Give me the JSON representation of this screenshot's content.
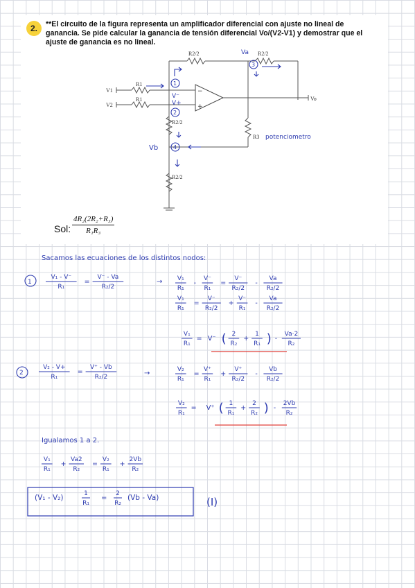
{
  "problem": {
    "number": "2.",
    "statement": "**El circuito de la figura representa un amplificador diferencial con ajuste no lineal de ganancia. Se pide calcular la ganancia de tensión diferencial Vo/(V2-V1) y demostrar que el ajuste de ganancia es no lineal.",
    "solution_label": "Sol:",
    "solution_numerator": "4R₂(2R₂+R₃)",
    "solution_denominator": "R₁R₃"
  },
  "circuit": {
    "v1": "V1",
    "v2": "V2",
    "r1_top": "R1",
    "r1_bottom": "R1",
    "r2half_top_left": "R2/2",
    "va": "Va",
    "r2half_top_right": "R2/2",
    "vminus": "V⁻",
    "vplus": "V+",
    "vo": "Vo",
    "r2half_mid": "R2/2",
    "r3": "R3",
    "potentiometer": "potenciometro",
    "vb": "Vb",
    "r2half_bottom": "R2/2",
    "node1": "1",
    "node2": "2",
    "node3": "3",
    "node4": "4"
  },
  "notes": {
    "intro": "Sacamos las ecuaciones de los distintos nodos:",
    "node1_label": "1",
    "node1_eq": [
      {
        "n": "V₁ - V⁻",
        "d": "R₁"
      },
      {
        "t": "="
      },
      {
        "n": "V⁻ - Va",
        "d": "R₂/2"
      }
    ],
    "node1_step1": [
      {
        "n": "V₁",
        "d": "R₁"
      },
      {
        "t": "-"
      },
      {
        "n": "V⁻",
        "d": "R₁"
      },
      {
        "t": "="
      },
      {
        "n": "V⁻",
        "d": "R₂/2"
      },
      {
        "t": "-"
      },
      {
        "n": "Va",
        "d": "R₂/2"
      }
    ],
    "node1_step2": [
      {
        "n": "V₁",
        "d": "R₁"
      },
      {
        "t": "="
      },
      {
        "n": "V⁻",
        "d": "R₂/2"
      },
      {
        "t": "+"
      },
      {
        "n": "V⁻",
        "d": "R₁"
      },
      {
        "t": "-"
      },
      {
        "n": "Va",
        "d": "R₂/2"
      }
    ],
    "node1_step3_lhs": {
      "n": "V₁",
      "d": "R₁"
    },
    "node1_step3_mid": "V⁻",
    "node1_step3_in": [
      {
        "n": "2",
        "d": "R₂"
      },
      {
        "t": "+"
      },
      {
        "n": "1",
        "d": "R₁"
      }
    ],
    "node1_step3_rhs": {
      "n": "Va·2",
      "d": "R₂"
    },
    "node2_label": "2",
    "node2_eq": [
      {
        "n": "V₂ - V+",
        "d": "R₁"
      },
      {
        "t": "="
      },
      {
        "n": "V⁺ - Vb",
        "d": "R₂/2"
      }
    ],
    "node2_step1": [
      {
        "n": "V₂",
        "d": "R₁"
      },
      {
        "t": "="
      },
      {
        "n": "V⁺",
        "d": "R₁"
      },
      {
        "t": "+"
      },
      {
        "n": "V⁺",
        "d": "R₂/2"
      },
      {
        "t": "-"
      },
      {
        "n": "Vb",
        "d": "R₂/2"
      }
    ],
    "node2_step2_lhs": {
      "n": "V₂",
      "d": "R₁"
    },
    "node2_step2_mid": "V⁺",
    "node2_step2_in": [
      {
        "n": "1",
        "d": "R₁"
      },
      {
        "t": "+"
      },
      {
        "n": "2",
        "d": "R₂"
      }
    ],
    "node2_step2_rhs": {
      "n": "2Vb",
      "d": "R₂"
    },
    "equate": "Igualamos 1 a 2.",
    "equate_eq": [
      {
        "n": "V₁",
        "d": "R₁"
      },
      {
        "t": "+"
      },
      {
        "n": "Va2",
        "d": "R₂"
      },
      {
        "t": "="
      },
      {
        "n": "V₂",
        "d": "R₁"
      },
      {
        "t": "+"
      },
      {
        "n": "2Vb",
        "d": "R₂"
      }
    ],
    "boxed_lhs": "(V₁ - V₂)",
    "boxed_f1": {
      "n": "1",
      "d": "R₁"
    },
    "boxed_eq": "=",
    "boxed_f2": {
      "n": "2",
      "d": "R₂"
    },
    "boxed_rhs": "(Vb - Va)",
    "roman": "(I)"
  },
  "colors": {
    "ink": "#2d3bb0",
    "underline": "#e0403a",
    "badge": "#f7d23a"
  }
}
